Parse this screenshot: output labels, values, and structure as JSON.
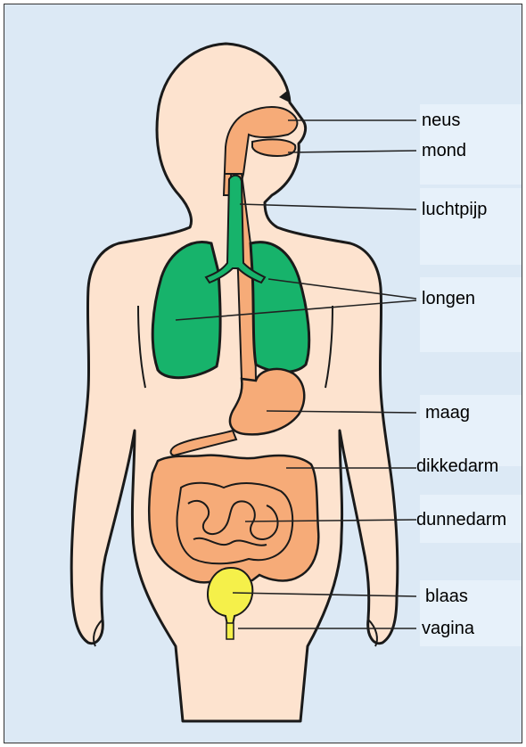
{
  "labels": [
    {
      "id": "neus",
      "text": "neus"
    },
    {
      "id": "mond",
      "text": "mond"
    },
    {
      "id": "luchtpijp",
      "text": "luchtpijp"
    },
    {
      "id": "longen",
      "text": "longen"
    },
    {
      "id": "maag",
      "text": "maag"
    },
    {
      "id": "dikkedarm",
      "text": "dikkedarm"
    },
    {
      "id": "dunnedarm",
      "text": "dunnedarm"
    },
    {
      "id": "blaas",
      "text": "blaas"
    },
    {
      "id": "vagina",
      "text": "vagina"
    }
  ],
  "colors": {
    "background": "#dce9f5",
    "skin": "#fde3cf",
    "outline": "#1a1a1a",
    "digestive": "#f6ab78",
    "lungs": "#17b36b",
    "bladder": "#f5f04a",
    "leader_line": "#222222"
  }
}
